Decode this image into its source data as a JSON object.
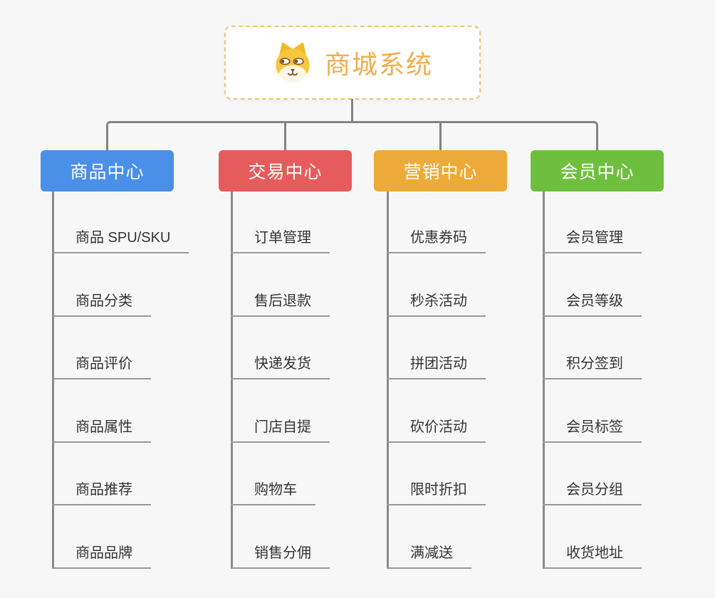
{
  "page": {
    "background": "#f7f7f7",
    "connector_color": "#838383"
  },
  "root": {
    "title": "商城系统",
    "icon": "dog-face-icon",
    "title_color": "#f0ad4c",
    "border_color": "#f2c572"
  },
  "branches": [
    {
      "label": "商品中心",
      "color": "#4a8fe8",
      "items": [
        "商品 SPU/SKU",
        "商品分类",
        "商品评价",
        "商品属性",
        "商品推荐",
        "商品品牌"
      ]
    },
    {
      "label": "交易中心",
      "color": "#e65c5c",
      "items": [
        "订单管理",
        "售后退款",
        "快递发货",
        "门店自提",
        "购物车",
        "销售分佣"
      ]
    },
    {
      "label": "营销中心",
      "color": "#edaa38",
      "items": [
        "优惠券码",
        "秒杀活动",
        "拼团活动",
        "砍价活动",
        "限时折扣",
        "满减送"
      ]
    },
    {
      "label": "会员中心",
      "color": "#6fbf3f",
      "items": [
        "会员管理",
        "会员等级",
        "积分签到",
        "会员标签",
        "会员分组",
        "收货地址"
      ]
    }
  ]
}
